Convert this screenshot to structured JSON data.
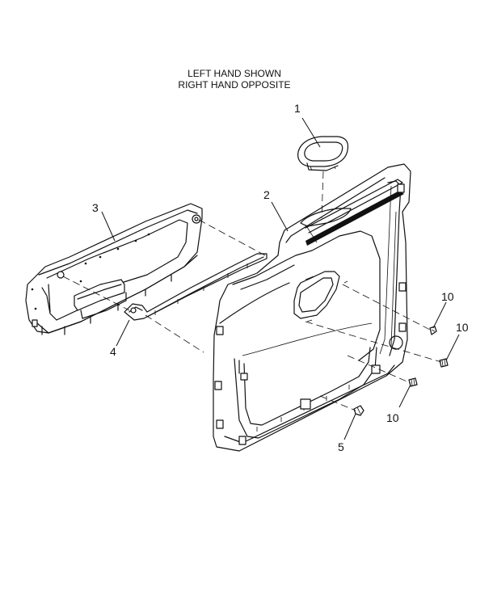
{
  "notes": {
    "line1": "LEFT HAND SHOWN",
    "line2": "RIGHT HAND OPPOSITE"
  },
  "callouts": {
    "c1": "1",
    "c2": "2",
    "c3": "3",
    "c4": "4",
    "c5": "5",
    "c10a": "10",
    "c10b": "10",
    "c10c": "10"
  }
}
